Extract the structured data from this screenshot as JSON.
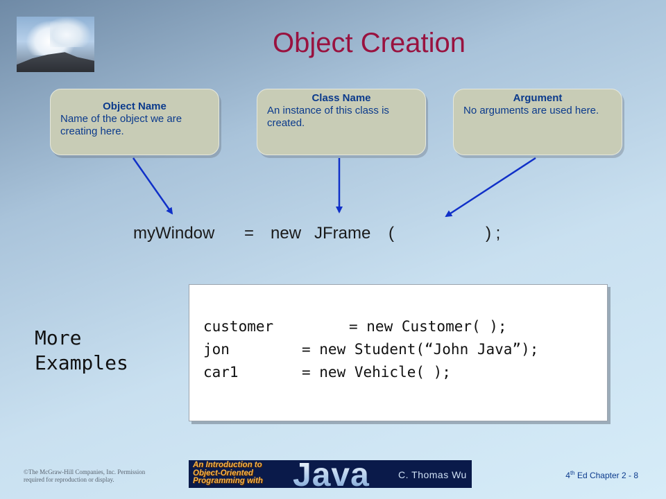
{
  "slide": {
    "title": "Object Creation",
    "callouts": {
      "object_name": {
        "heading": "Object Name",
        "body": "Name of the object we are creating here."
      },
      "class_name": {
        "heading": "Class Name",
        "body": "An instance of this class is created."
      },
      "argument": {
        "heading": "Argument",
        "body": "No arguments are used here."
      }
    },
    "statement": {
      "object": "myWindow",
      "assign": "=",
      "keyword": "new",
      "class": "JFrame",
      "open_paren": "(",
      "close_paren": ") ;"
    },
    "more_examples": {
      "line1": "More",
      "line2": "Examples"
    },
    "code_examples": [
      {
        "lhs": "customer",
        "rhs": "= new Customer( );"
      },
      {
        "lhs": "jon",
        "rhs": "= new Student(“John Java”);"
      },
      {
        "lhs": "car1",
        "rhs": "= new Vehicle( );"
      }
    ],
    "footer": {
      "copyright_line1": "©The McGraw-Hill Companies, Inc. Permission",
      "copyright_line2": "required for reproduction or display.",
      "banner_subtitle_line1": "An Introduction to",
      "banner_subtitle_line2": "Object-Oriented",
      "banner_subtitle_line3": "Programming with",
      "banner_java": "Java",
      "banner_author": "C. Thomas Wu",
      "edition_number": "4",
      "edition_suffix": "th",
      "edition_rest": " Ed Chapter 2 - 8"
    },
    "colors": {
      "title": "#99123f",
      "callout_fill": "#c8ccb6",
      "callout_text": "#0b3a8c",
      "arrow": "#1030c8"
    }
  }
}
